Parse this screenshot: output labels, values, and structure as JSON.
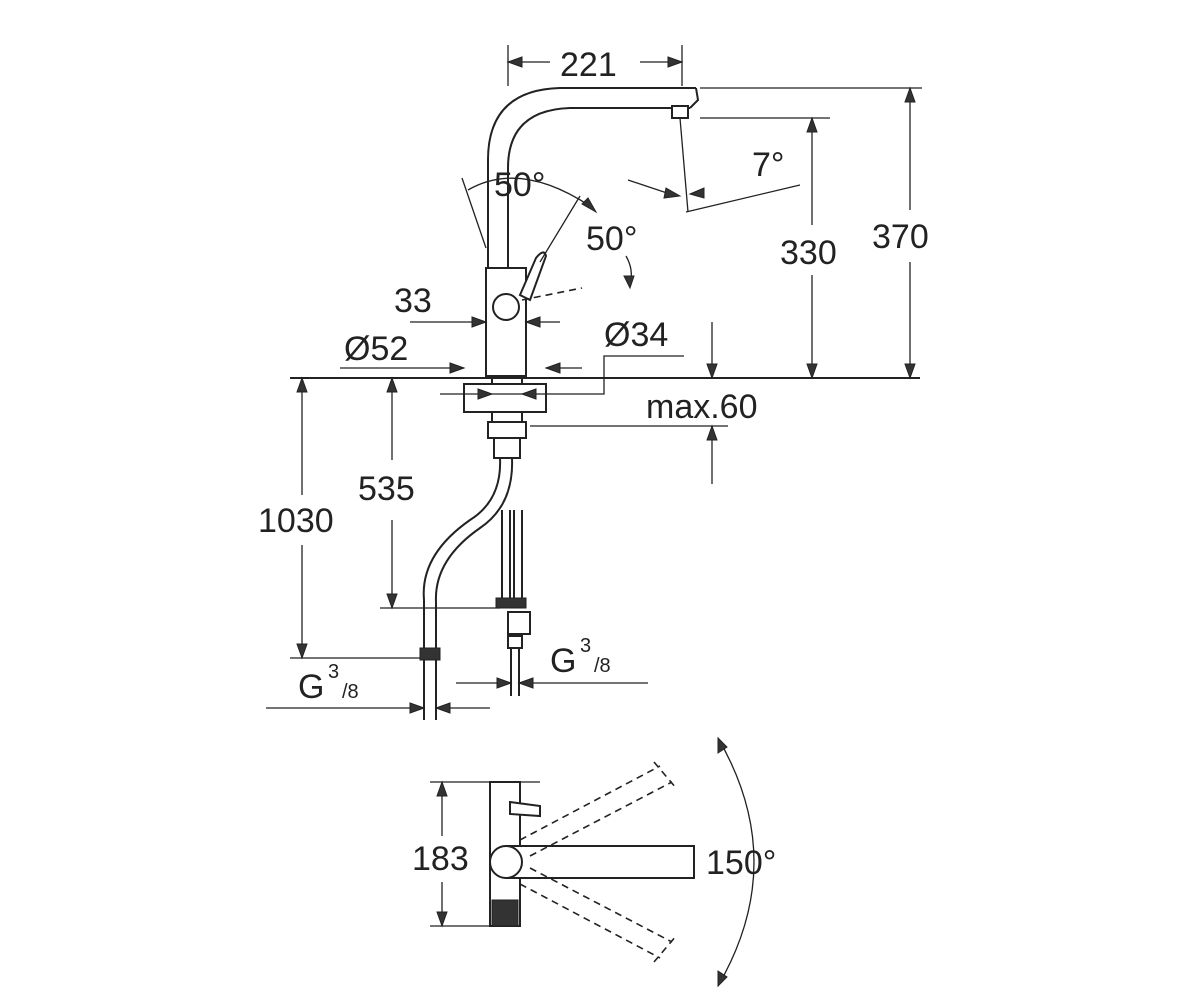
{
  "diagram": {
    "dimensions": {
      "width_221": "221",
      "spout_angle": "7°",
      "height_330": "330",
      "height_370": "370",
      "lever_angle_top": "50°",
      "lever_angle_side": "50°",
      "offset_33": "33",
      "diameter_52": "Ø52",
      "diameter_34": "Ø34",
      "max_thickness": "max.60",
      "depth_535": "535",
      "hose_1030": "1030",
      "thread_right_main": "G",
      "thread_right_num": "3",
      "thread_right_den": "/8",
      "thread_left_main": "G",
      "thread_left_num": "3",
      "thread_left_den": "/8",
      "top_view_183": "183",
      "swivel_angle": "150°"
    },
    "colors": {
      "line": "#222222",
      "background": "#ffffff"
    }
  }
}
